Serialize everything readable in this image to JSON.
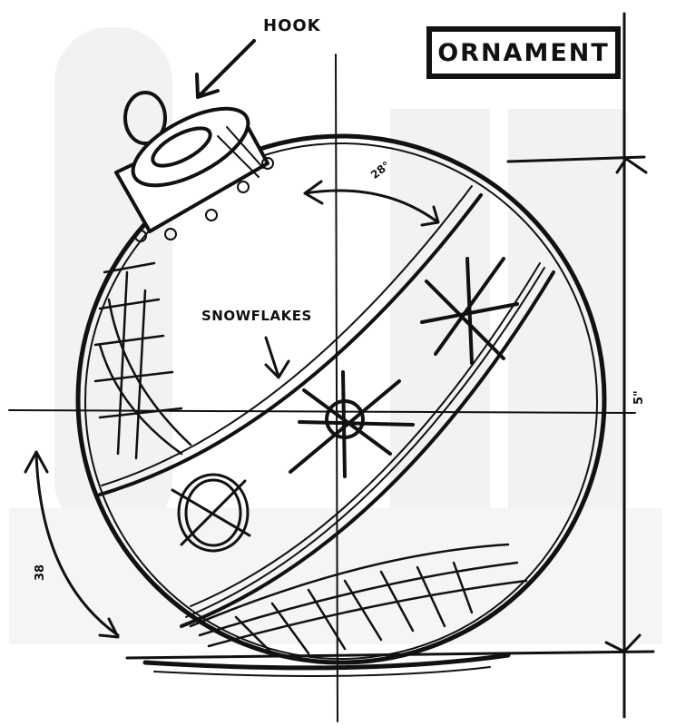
{
  "artwork": {
    "title": "ORNAMENT",
    "subject": "christmas-ornament-blueprint-sketch",
    "ink_color": "#111111",
    "background_color": "#ffffff",
    "ghost_text_color": "#f2f2f2"
  },
  "annotations": {
    "hook": "HOOK",
    "snowflakes": "SNOWFLAKES",
    "angle": "28°",
    "right_dimension": "5\"",
    "left_dimension": "38"
  }
}
